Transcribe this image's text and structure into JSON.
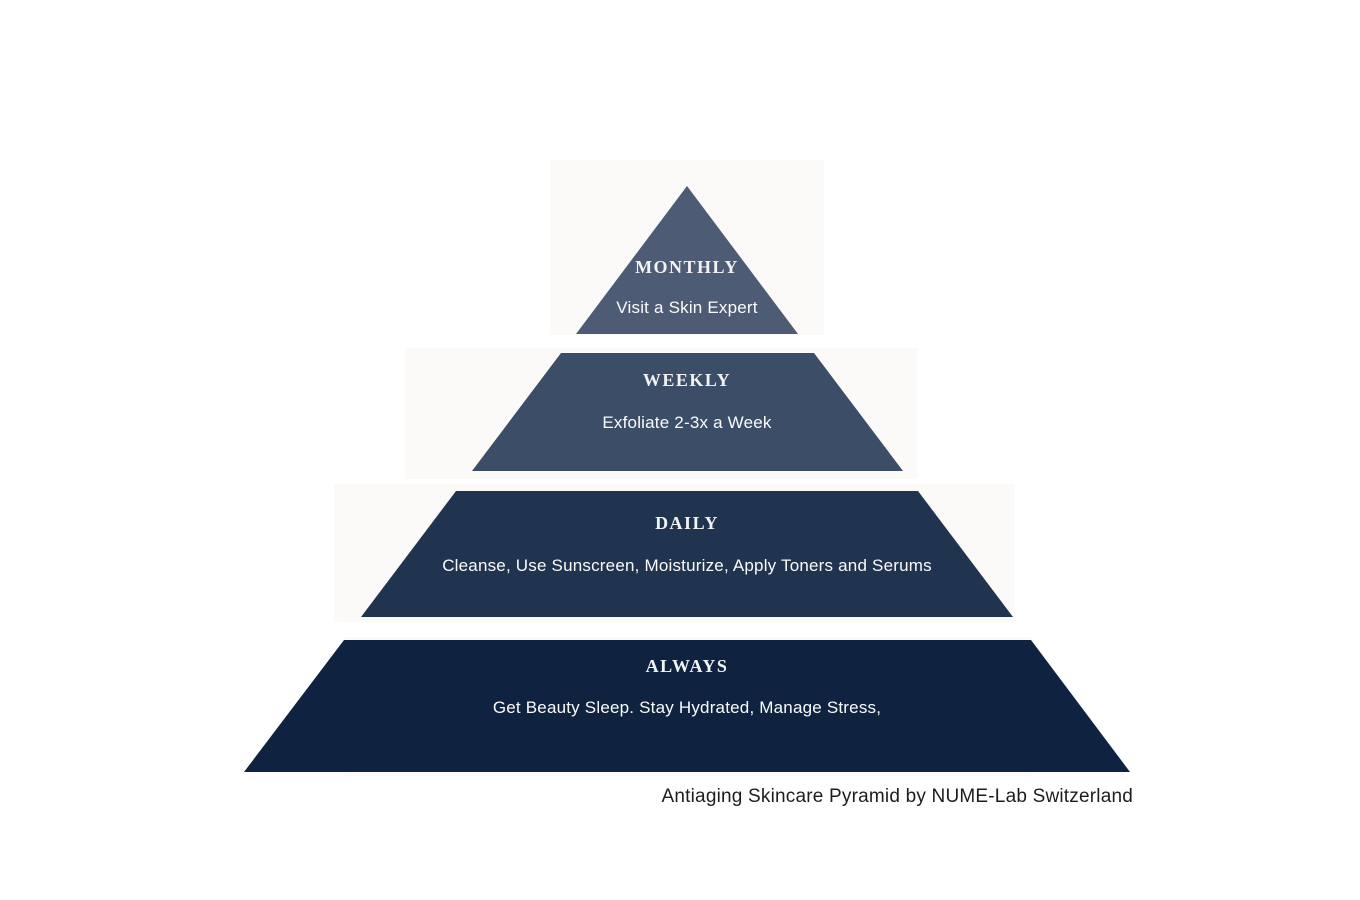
{
  "page": {
    "background_color": "#ffffff"
  },
  "pyramid": {
    "backdrop_color": "#fbfaf9",
    "heading_text_color": "#f2f3f4",
    "description_text_color": "#fafbfc",
    "tiers": [
      {
        "id": "monthly",
        "label": "MONTHLY",
        "description": "Visit a Skin Expert",
        "color": "#4d5b75"
      },
      {
        "id": "weekly",
        "label": "WEEKLY",
        "description": "Exfoliate 2-3x a Week",
        "color": "#3c4d68"
      },
      {
        "id": "daily",
        "label": "DAILY",
        "description": "Cleanse, Use Sunscreen, Moisturize, Apply Toners and Serums",
        "color": "#203450"
      },
      {
        "id": "always",
        "label": "ALWAYS",
        "description": "Get Beauty Sleep. Stay Hydrated, Manage Stress,",
        "color": "#0f2340"
      }
    ]
  },
  "caption": {
    "text": "Antiaging Skincare Pyramid by NUME-Lab Switzerland",
    "color": "#1d1d1d"
  }
}
